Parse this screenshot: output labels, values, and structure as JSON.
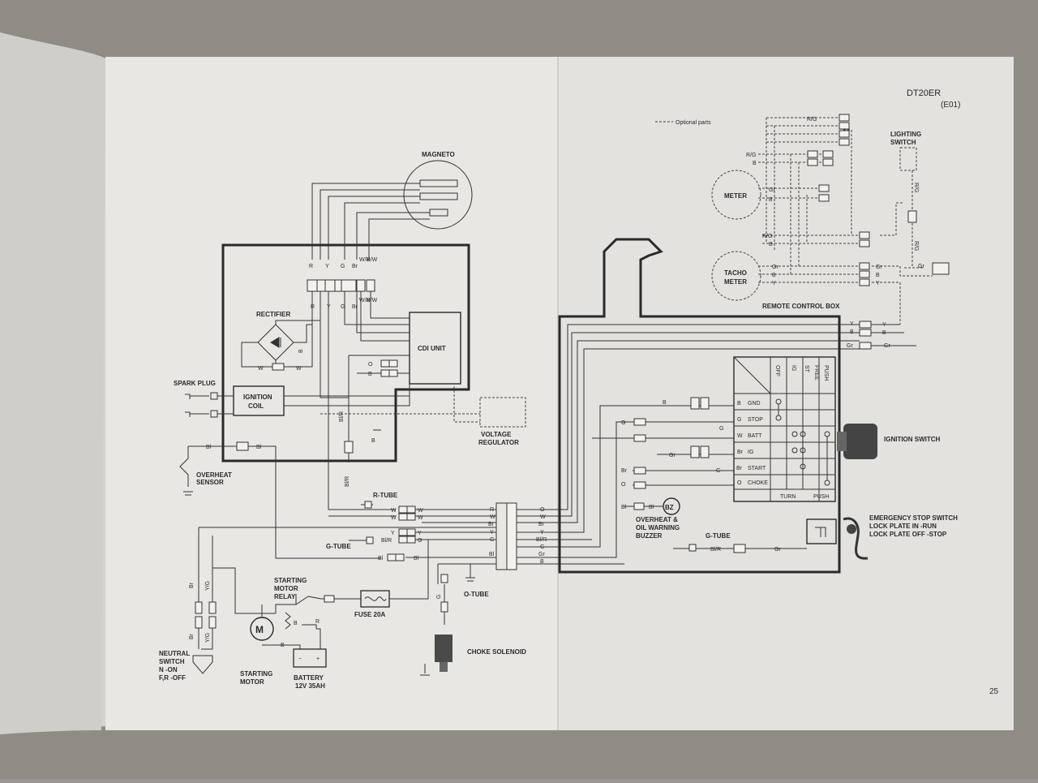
{
  "header": {
    "model": "DT20ER",
    "variant": "(E01)"
  },
  "legend": {
    "optional_parts": "Optional parts"
  },
  "page_number": "25",
  "components": {
    "magneto": "MAGNETO",
    "rectifier": "RECTIFIER",
    "cdi_unit": "CDI UNIT",
    "spark_plug": "SPARK PLUG",
    "ignition_coil_1": "IGNITION",
    "ignition_coil_2": "COIL",
    "overheat_sensor_1": "OVERHEAT",
    "overheat_sensor_2": "SENSOR",
    "voltage_regulator_1": "VOLTAGE",
    "voltage_regulator_2": "REGULATOR",
    "r_tube": "R-TUBE",
    "g_tube_left": "G-TUBE",
    "g_tube_right": "G-TUBE",
    "o_tube": "O-TUBE",
    "starting_motor_relay_1": "STARTING",
    "starting_motor_relay_2": "MOTOR",
    "starting_motor_relay_3": "RELAY",
    "fuse": "FUSE 20A",
    "starting_motor_1": "STARTING",
    "starting_motor_2": "MOTOR",
    "battery_1": "BATTERY",
    "battery_2": "12V 35AH",
    "choke_solenoid": "CHOKE SOLENOID",
    "neutral_switch_1": "NEUTRAL",
    "neutral_switch_2": "SWITCH",
    "neutral_switch_3": "N  -ON",
    "neutral_switch_4": "F,R -OFF",
    "buzzer_1": "OVERHEAT &",
    "buzzer_2": "OIL WARNING",
    "buzzer_3": "BUZZER",
    "buzzer_symbol": "BZ",
    "meter": "METER",
    "tacho_1": "TACHO",
    "tacho_2": "METER",
    "lighting_switch_1": "LIGHTING",
    "lighting_switch_2": "SWITCH",
    "remote_control_box": "REMOTE CONTROL BOX",
    "ignition_switch": "IGNITION SWITCH",
    "emergency_1": "EMERGENCY STOP SWITCH",
    "emergency_2": "LOCK PLATE IN    -RUN",
    "emergency_3": "LOCK PLATE OFF -STOP"
  },
  "ignition_switch_table": {
    "columns": [
      "OFF",
      "IG",
      "ST",
      "FREE",
      "PUSH"
    ],
    "rows": [
      {
        "wire": "B",
        "term": "GND"
      },
      {
        "wire": "G",
        "term": "STOP"
      },
      {
        "wire": "W",
        "term": "BATT"
      },
      {
        "wire": "Br",
        "term": "IG"
      },
      {
        "wire": "Br",
        "term": "START"
      },
      {
        "wire": "O",
        "term": "CHOKE"
      }
    ],
    "footer": [
      "TURN",
      "PUSH"
    ]
  },
  "wires": {
    "magneto_top": [
      "R",
      "Y",
      "G",
      "Br",
      "W/R",
      "B/W"
    ],
    "magneto_bottom": [
      "R",
      "Y",
      "G",
      "Br",
      "W/R",
      "B/W"
    ],
    "harness_left": [
      "R",
      "W",
      "Br",
      "Y",
      "G",
      "Bl"
    ],
    "harness_right": [
      "O",
      "W",
      "Br",
      "Y",
      "Bl/R",
      "G",
      "Gr",
      "B"
    ],
    "tube_r": [
      "W",
      "W"
    ],
    "tube_g": [
      "Bl/R",
      "Y",
      "G"
    ],
    "misc": {
      "w": "W",
      "o": "O",
      "b": "B",
      "bl": "Bl",
      "blr": "Bl/R",
      "br": "Br",
      "g": "G",
      "gr": "Gr",
      "yg": "Y/G",
      "rg": "R/G",
      "y": "Y",
      "r": "R"
    }
  }
}
